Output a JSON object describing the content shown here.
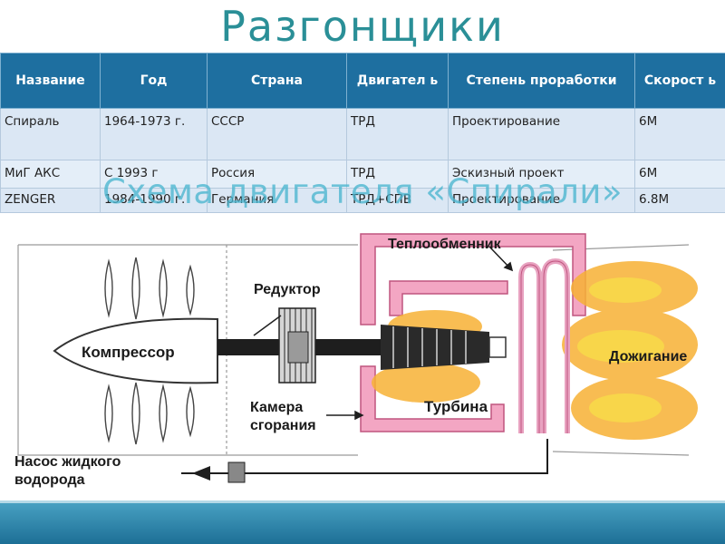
{
  "slide": {
    "title": "Разгонщики",
    "overlay_text": "Схема двигателя «Спирали»"
  },
  "table": {
    "headers": [
      "Название",
      "Год",
      "Страна",
      "Двигател ь",
      "Степень проработки",
      "Скорост ь"
    ],
    "rows": [
      [
        "Спираль",
        "1964-1973 г.",
        "СССР",
        "ТРД",
        "Проектирование",
        "6М"
      ],
      [
        "МиГ АКС",
        "С 1993 г",
        "Россия",
        "ТРД",
        "Эскизный проект",
        "6М"
      ],
      [
        "ZENGER",
        "1984-1990 г.",
        "Германия",
        "ТРД+СПВ",
        "Проектирование",
        "6.8М"
      ]
    ]
  },
  "diagram": {
    "labels": {
      "heat_exchanger": "Теплообменник",
      "reducer": "Редуктор",
      "compressor": "Компрессор",
      "afterburning": "Дожигание",
      "combustion_chamber_1": "Камера",
      "combustion_chamber_2": "сгорания",
      "turbine": "Турбина",
      "pump_1": "Насос жидкого",
      "pump_2": "водорода"
    }
  },
  "colors": {
    "title": "#2a8f97",
    "header_bg": "#1e6fa0",
    "cell_bg": "#e4eef8",
    "overlay": "#4bb6d0",
    "heat_exchanger": "#f3a6c3",
    "flame": "#f7b135"
  }
}
